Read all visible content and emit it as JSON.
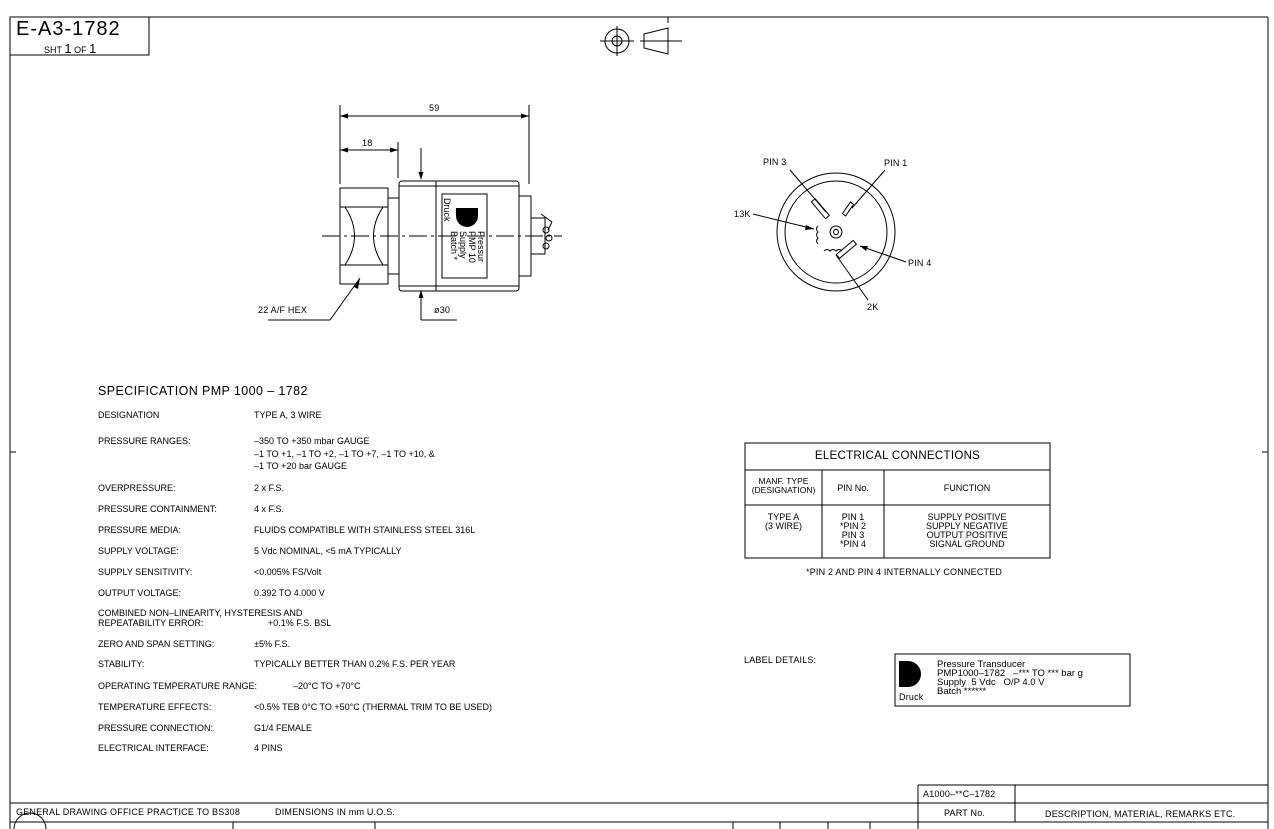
{
  "drawing_number": {
    "number": "E-A3-1782",
    "sheet_label": "SHT",
    "sheet_num": "1",
    "of_label": "OF",
    "of_num": "1"
  },
  "dims": {
    "overall": "59",
    "partial": "18",
    "hex": "22 A/F HEX",
    "diameter": "ø30"
  },
  "side_label": {
    "l1": "Pressur",
    "l2": "PMP 10",
    "l3": "Supply",
    "l4": "Batch *",
    "brand": "Druck"
  },
  "pin_view": {
    "pin3": "PIN 3",
    "pin1": "PIN 1",
    "r13k": "13K",
    "pin4": "PIN 4",
    "r2k": "2K"
  },
  "spec": {
    "title": "SPECIFICATION PMP 1000 – 1782",
    "rows": [
      {
        "label": "DESIGNATION",
        "value": "TYPE A, 3 WIRE"
      },
      {
        "label": "PRESSURE RANGES:",
        "value": "–350 TO +350 mbar GAUGE"
      },
      {
        "label": "",
        "value": "–1 TO +1, –1 TO +2, –1 TO +7, –1 TO +10, &"
      },
      {
        "label": "",
        "value": "–1 TO +20 bar GAUGE"
      },
      {
        "label": "OVERPRESSURE:",
        "value": "2 x F.S."
      },
      {
        "label": "PRESSURE CONTAINMENT:",
        "value": "4 x F.S."
      },
      {
        "label": "PRESSURE MEDIA:",
        "value": "FLUIDS COMPATIBLE WITH STAINLESS STEEL 316L"
      },
      {
        "label": "SUPPLY VOLTAGE:",
        "value": "5 Vdc NOMINAL, <5 mA TYPICALLY"
      },
      {
        "label": "SUPPLY SENSITIVITY:",
        "value": "<0.005% FS/Volt"
      },
      {
        "label": "OUTPUT VOLTAGE:",
        "value": "0.392 TO 4.000 V"
      },
      {
        "label": "COMBINED NON–LINEARITY, HYSTERESIS AND",
        "value": ""
      },
      {
        "label": "REPEATABILITY ERROR:",
        "value": "+0.1% F.S. BSL"
      },
      {
        "label": "ZERO AND SPAN SETTING:",
        "value": "±5% F.S."
      },
      {
        "label": "STABILITY:",
        "value": "TYPICALLY BETTER THAN 0.2% F.S. PER YEAR"
      },
      {
        "label": "OPERATING TEMPERATURE RANGE:",
        "value": "–20°C TO +70°C"
      },
      {
        "label": "TEMPERATURE EFFECTS:",
        "value": "<0.5% TEB 0°C TO +50°C (THERMAL TRIM TO BE USED)"
      },
      {
        "label": "PRESSURE CONNECTION:",
        "value": "G1/4 FEMALE"
      },
      {
        "label": "ELECTRICAL INTERFACE:",
        "value": "4 PINS"
      }
    ]
  },
  "electrical": {
    "title": "ELECTRICAL CONNECTIONS",
    "h_manf_1": "MANF. TYPE",
    "h_manf_2": "(DESIGNATION)",
    "h_pin": "PIN No.",
    "h_func": "FUNCTION",
    "type_1": "TYPE A",
    "type_2": "(3 WIRE)",
    "pins": [
      "PIN 1",
      "*PIN 2",
      "PIN 3",
      "*PIN 4"
    ],
    "functions": [
      "SUPPLY POSITIVE",
      "SUPPLY NEGATIVE",
      "OUTPUT POSITIVE",
      "SIGNAL GROUND"
    ],
    "note": "*PIN 2 AND PIN 4 INTERNALLY CONNECTED"
  },
  "label_details": {
    "heading": "LABEL DETAILS:",
    "line1": "Pressure Transducer",
    "line2": "PMP1000–1782   –*** TO *** bar g",
    "line3": "Supply  5 Vdc   O/P 4.0 V",
    "line4": "Batch ******",
    "brand": "Druck"
  },
  "title_block": {
    "part_code": "A1000–**C–1782",
    "part_no_label": "PART No.",
    "desc_label": "DESCRIPTION, MATERIAL, REMARKS ETC.",
    "practice": "GENERAL DRAWING OFFICE PRACTICE TO BS308",
    "dimensions": "DIMENSIONS IN mm U.O.S."
  }
}
